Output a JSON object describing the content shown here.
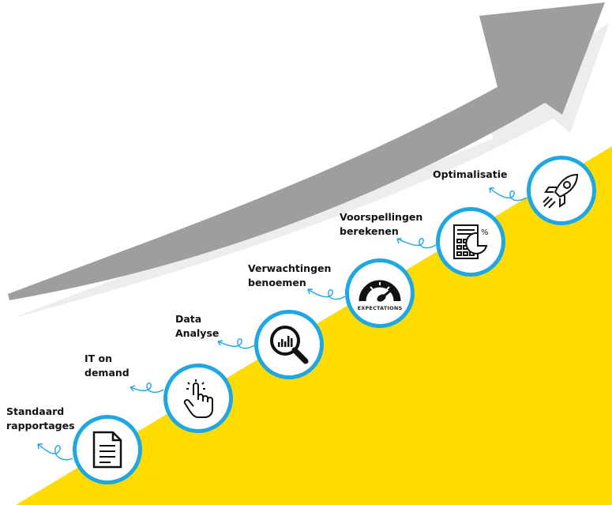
{
  "colors": {
    "yellow": "#FFDC00",
    "arrow": "#9E9E9E",
    "arrow_shadow": "#EDEDED",
    "ring": "#1EA7E1"
  },
  "steps": [
    {
      "label_line1": "Standaard",
      "label_line2": "rapportages",
      "icon": "document-icon"
    },
    {
      "label_line1": "IT on",
      "label_line2": "demand",
      "icon": "tap-hand-icon"
    },
    {
      "label_line1": "Data",
      "label_line2": "Analyse",
      "icon": "magnifier-chart-icon"
    },
    {
      "label_line1": "Verwachtingen",
      "label_line2": "benoemen",
      "icon": "gauge-icon",
      "icon_text": "EXPECTATIONS"
    },
    {
      "label_line1": "Voorspellingen",
      "label_line2": "berekenen",
      "icon": "calculator-pie-icon"
    },
    {
      "label_line1": "Optimalisatie",
      "icon": "rocket-icon"
    }
  ]
}
